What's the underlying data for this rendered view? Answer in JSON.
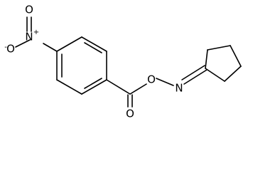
{
  "molecule": {
    "atoms": {
      "o_minus": "O",
      "n_nitro": "N",
      "o_nitro_top": "O",
      "o_carbonyl": "O",
      "o_ester": "O",
      "n_oxime": "N"
    },
    "charges": {
      "o_minus": "-",
      "n_nitro": "+"
    }
  },
  "colors": {
    "bond": "#000000",
    "label": "#000000",
    "background": "#ffffff"
  }
}
